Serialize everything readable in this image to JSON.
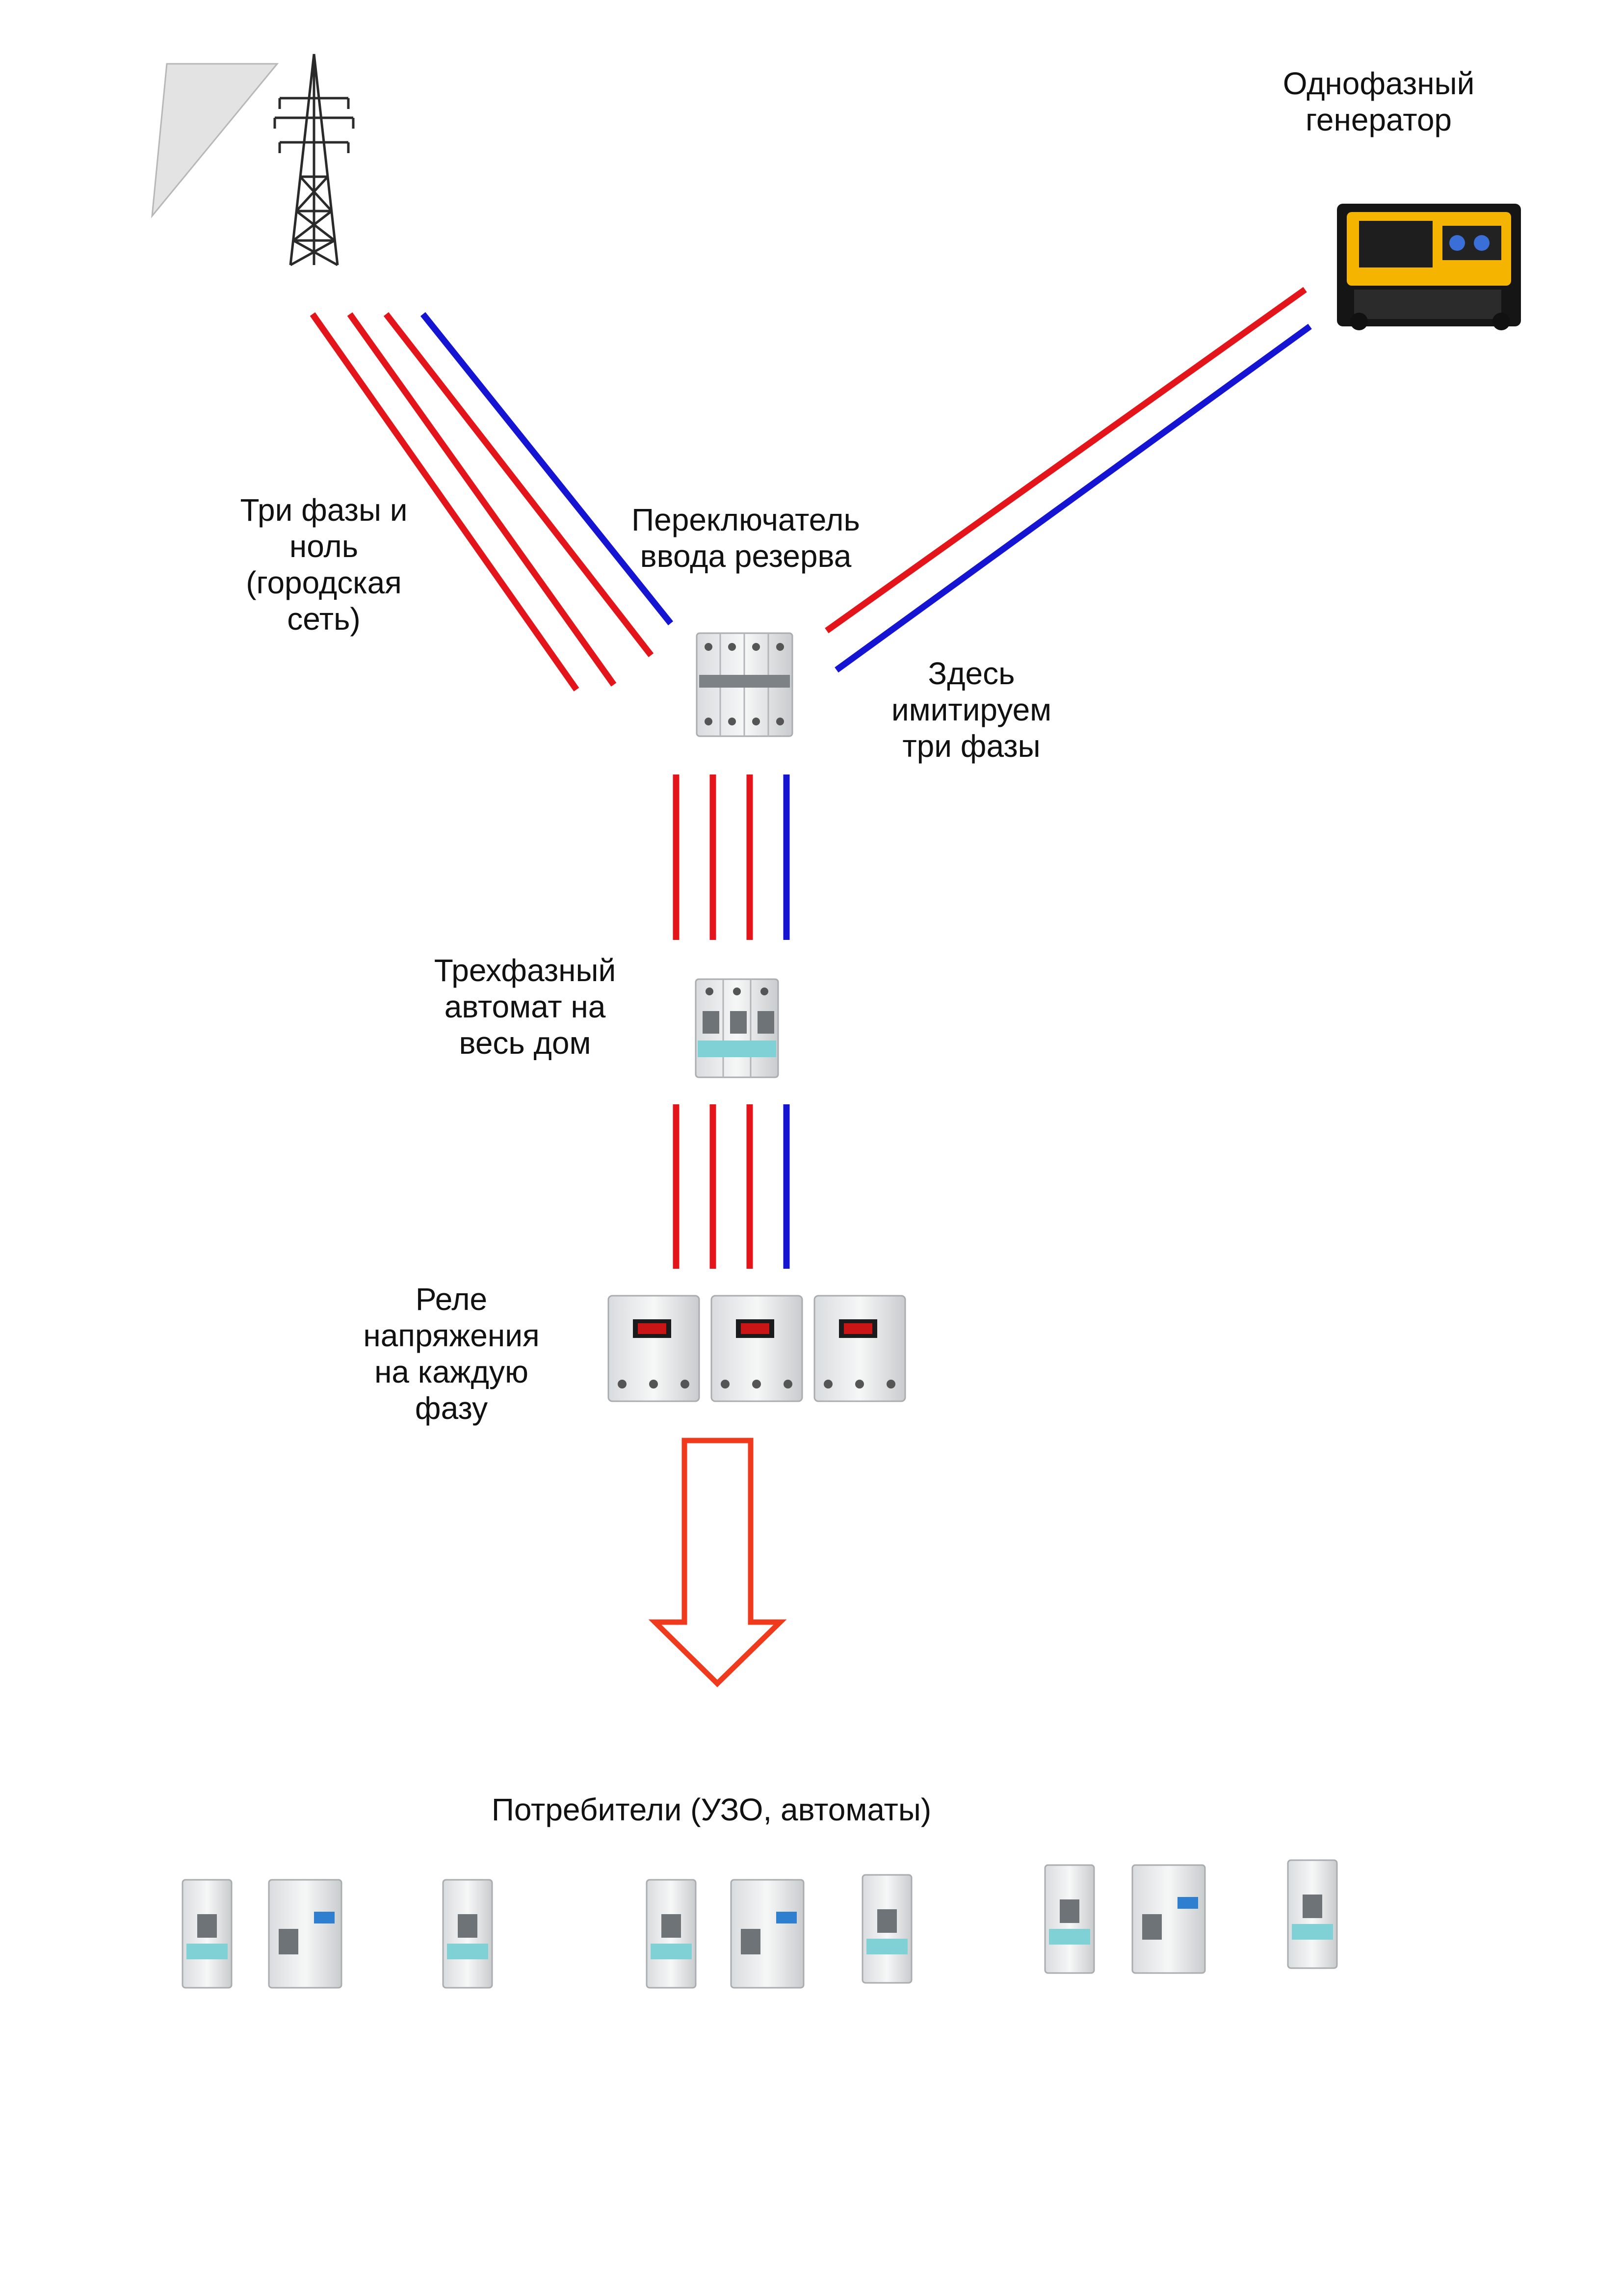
{
  "labels": {
    "generator": [
      "Однофазный",
      "генератор"
    ],
    "grid": [
      "Три фазы и",
      "ноль",
      "(городская",
      "сеть)"
    ],
    "switch": [
      "Переключатель",
      "ввода резерва"
    ],
    "imitate": [
      "Здесь",
      "имитируем",
      "три фазы"
    ],
    "breaker": [
      "Трехфазный",
      "автомат на",
      "весь дом"
    ],
    "relay": [
      "Реле",
      "напряжения",
      "на каждую",
      "фазу"
    ],
    "consumers": "Потребители (УЗО, автоматы)"
  },
  "colors": {
    "phase": "#e4141b",
    "neutral": "#1414d2",
    "arrow": "#ef3a1e",
    "device_body": "#f2f3f3",
    "device_shade": "#c9ccce",
    "generator_frame": "#f4b400"
  },
  "icons": {
    "tower": "power-transmission-tower-icon",
    "generator": "generator-icon",
    "ats": "transfer-switch-icon",
    "breaker": "three-phase-breaker-icon",
    "relay": "voltage-relay-icon",
    "arrow": "down-arrow-icon",
    "consumer": "circuit-breaker-icon"
  }
}
